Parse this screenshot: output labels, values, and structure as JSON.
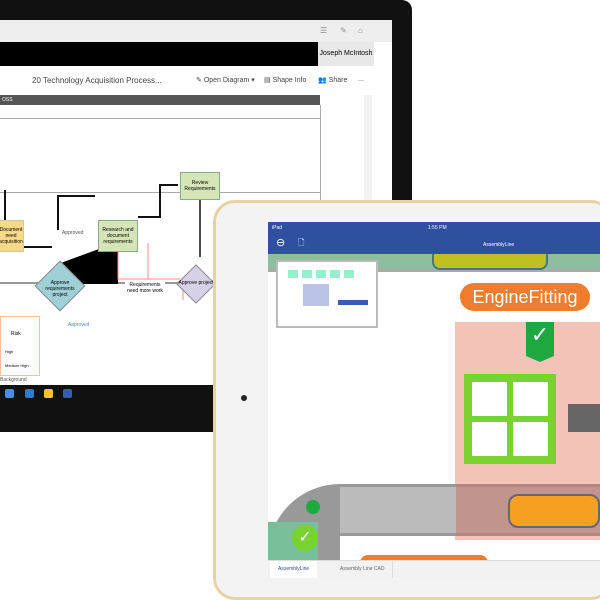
{
  "desktop": {
    "user_name": "Joseph McIntosh",
    "doc_title": "20 Technology Acquisition Process...",
    "toolbar": {
      "open_diagram": "Open Diagram",
      "shape_info": "Shape Info",
      "share": "Share",
      "more": "..."
    },
    "pool_label": "OSS",
    "shapes": {
      "review": "Review Requirements",
      "research": "Research and document requirements",
      "need": "Document need acquisition",
      "approve_req": "Approve requirements project",
      "approve_proj": "Approve project",
      "needs_work": "Requirements need more work",
      "approved1": "Approved",
      "approved2": "Approved"
    },
    "risk_table": {
      "header": "Risk",
      "rows": [
        "High",
        "Medium High"
      ]
    },
    "page_tab": "Background"
  },
  "ipad": {
    "carrier": "iPad",
    "time": "1:55 PM",
    "title": "AssemblyLine",
    "station_label": "EngineFitting",
    "tabs": [
      "AssemblyLine",
      "Assembly Line CAD"
    ]
  },
  "colors": {
    "visio_blue": "#2f4fa0",
    "orange": "#ef7d2d",
    "green": "#7bd12d"
  }
}
